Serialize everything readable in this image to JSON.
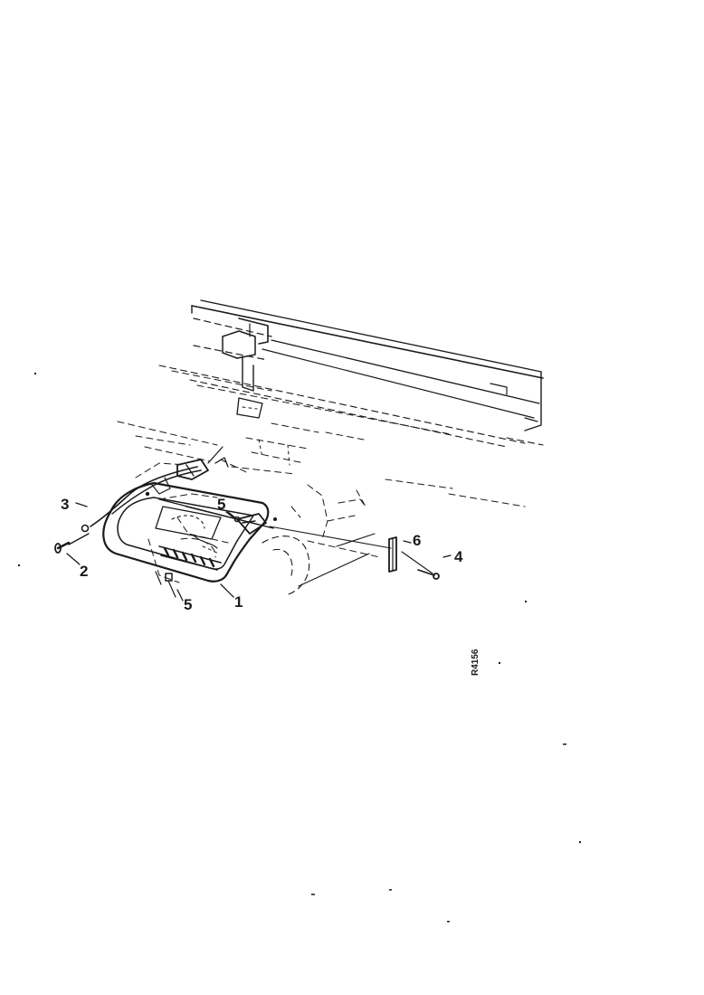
{
  "diagram": {
    "callouts": {
      "c1": "1",
      "c2": "2",
      "c3": "3",
      "c4": "4",
      "c5a": "5",
      "c5b": "5",
      "c6": "6"
    },
    "figure_code": "R4156"
  }
}
